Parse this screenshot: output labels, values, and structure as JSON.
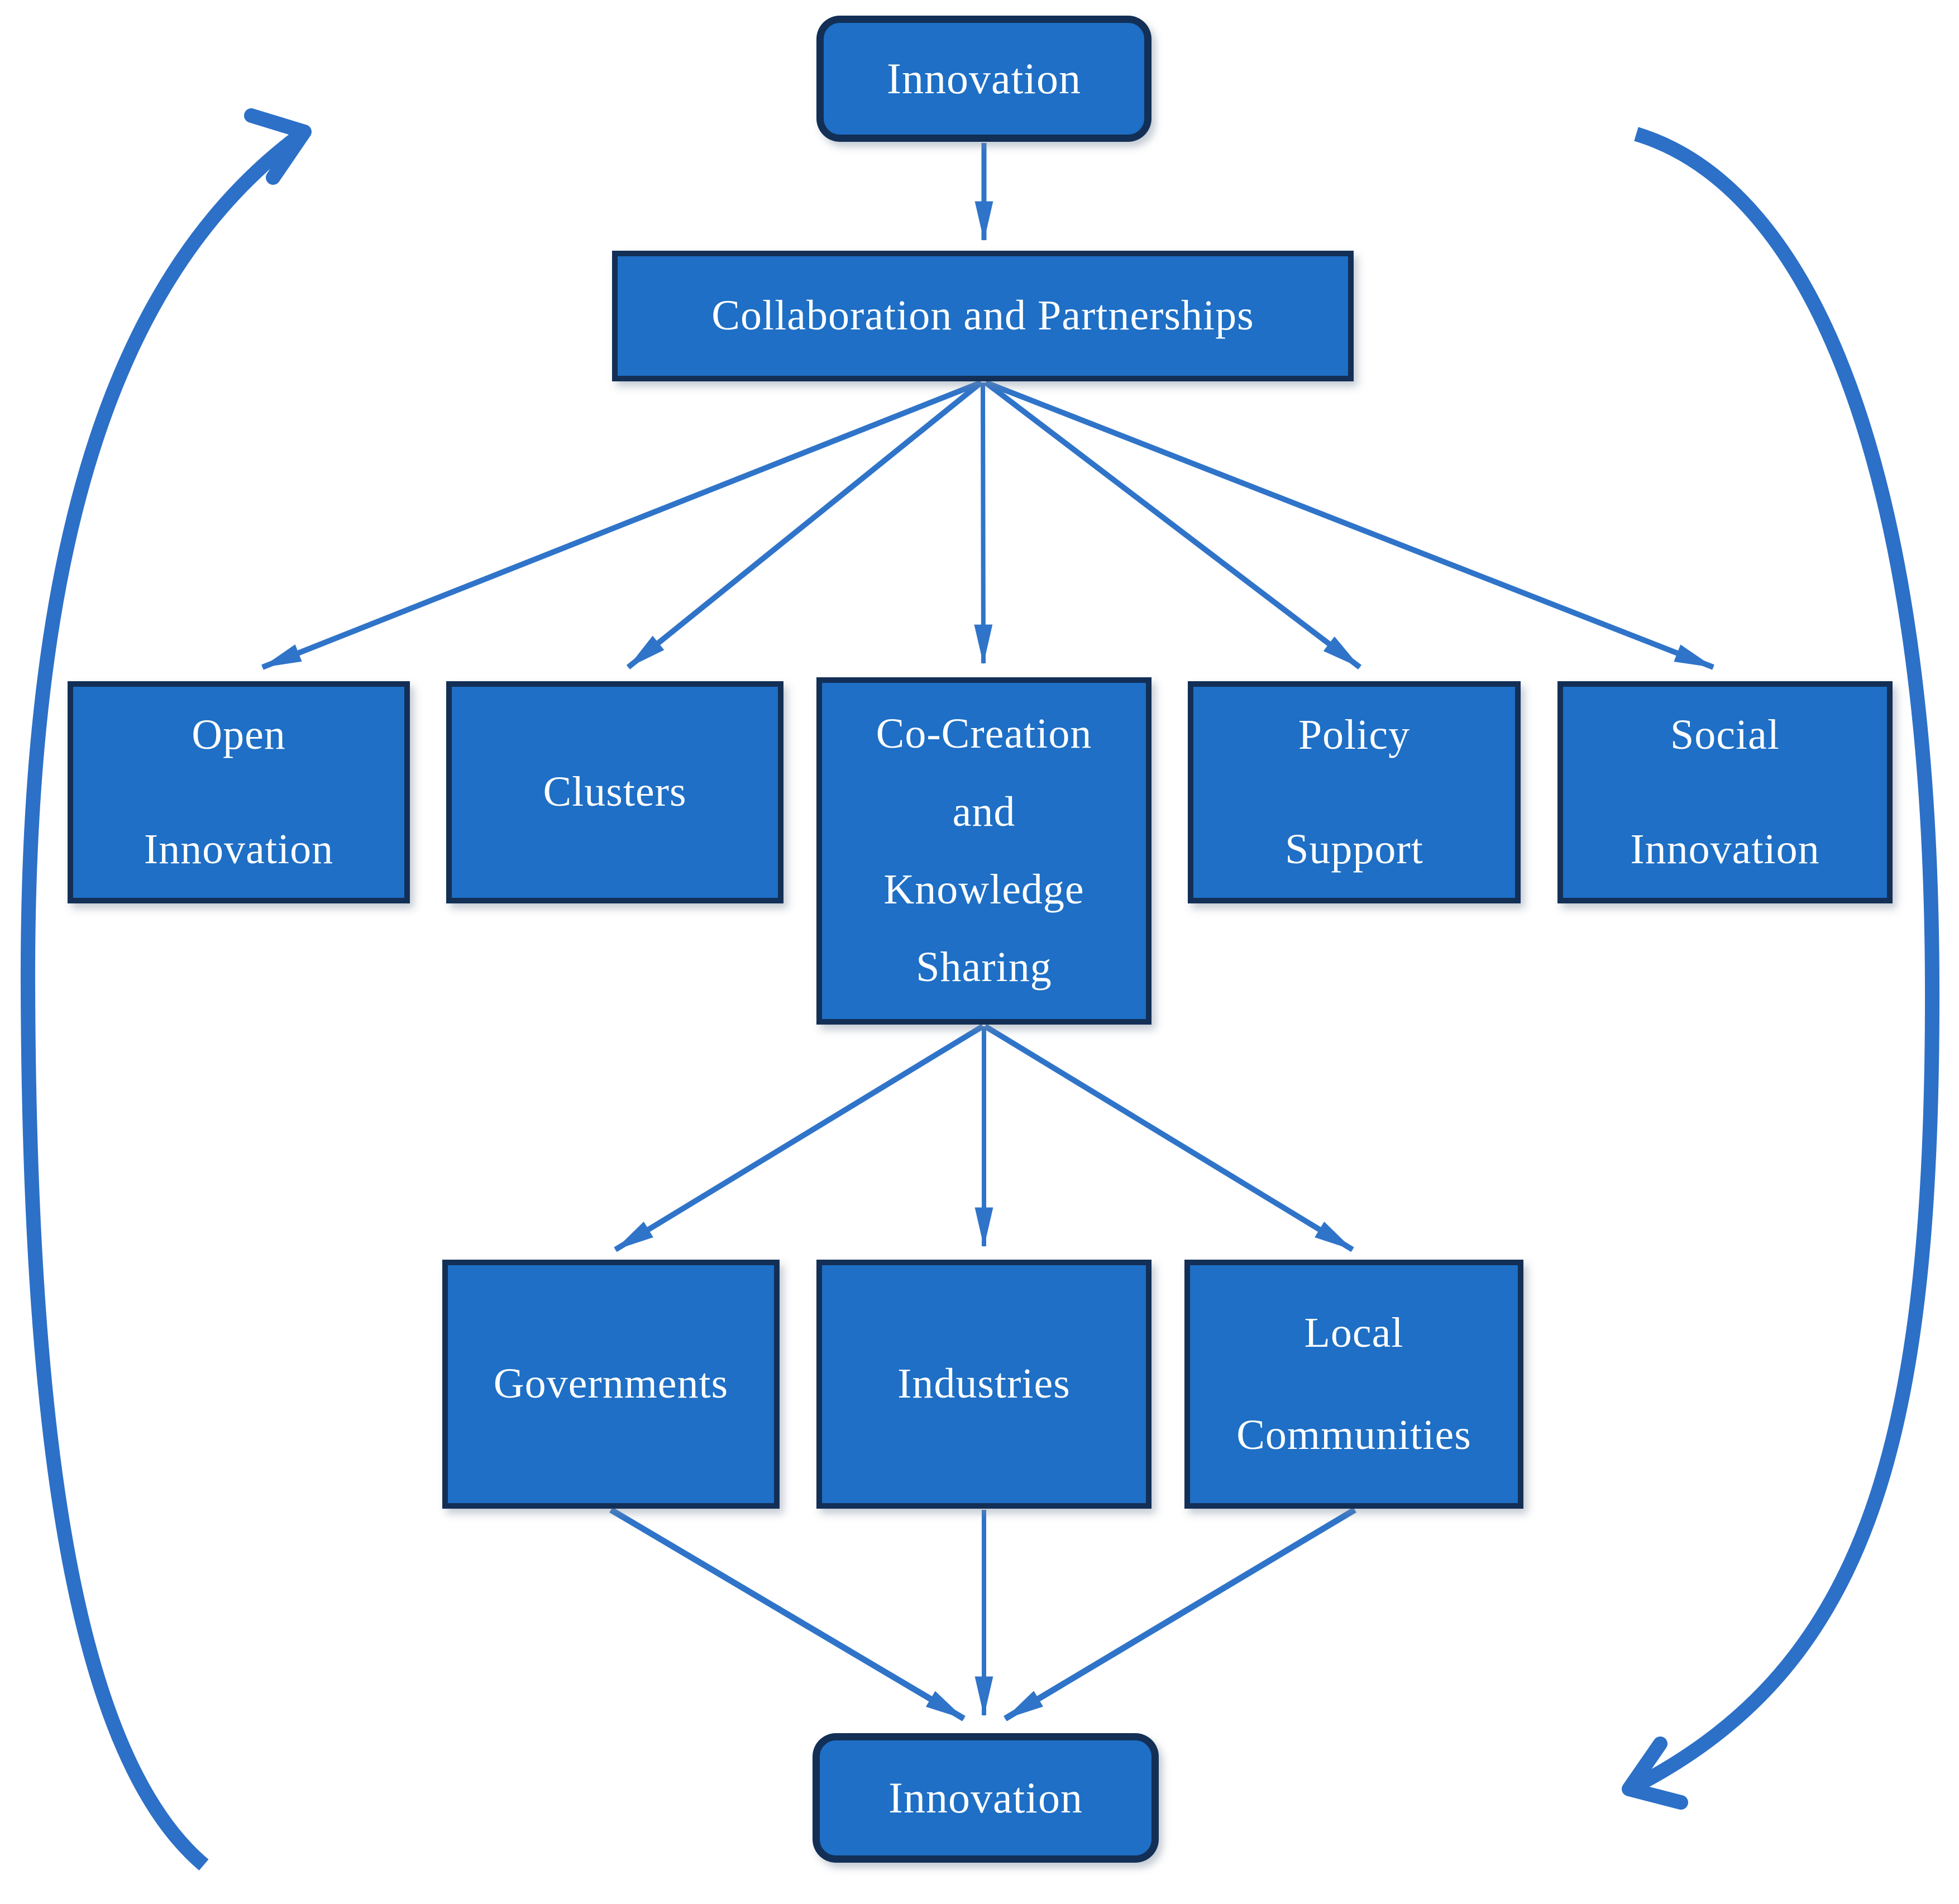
{
  "diagram": {
    "figure_type": "flowchart-cycle",
    "colors": {
      "node_fill": "#1E6FC5",
      "node_border": "#132F56",
      "connector": "#2F74C9",
      "cycle_arrow": "#2C70C8",
      "text": "#FFFFFF",
      "background": "#FFFFFF"
    },
    "nodes": {
      "innovation_top": {
        "label": "Innovation"
      },
      "collaboration": {
        "label": "Collaboration and Partnerships"
      },
      "open_innovation": {
        "lines": [
          "Open",
          "Innovation"
        ]
      },
      "clusters": {
        "lines": [
          "Clusters"
        ]
      },
      "cocreation": {
        "lines": [
          "Co-Creation",
          "and",
          "Knowledge",
          "Sharing"
        ]
      },
      "policy": {
        "lines": [
          "Policy",
          "Support"
        ]
      },
      "social": {
        "lines": [
          "Social",
          "Innovation"
        ]
      },
      "governments": {
        "lines": [
          "Governments"
        ]
      },
      "industries": {
        "lines": [
          "Industries"
        ]
      },
      "local_communities": {
        "lines": [
          "Local",
          "Communities"
        ]
      },
      "innovation_bottom": {
        "label": "Innovation"
      }
    },
    "edges": [
      {
        "from": "innovation_top",
        "to": "collaboration"
      },
      {
        "from": "collaboration",
        "to": "open_innovation"
      },
      {
        "from": "collaboration",
        "to": "clusters"
      },
      {
        "from": "collaboration",
        "to": "cocreation"
      },
      {
        "from": "collaboration",
        "to": "policy"
      },
      {
        "from": "collaboration",
        "to": "social"
      },
      {
        "from": "cocreation",
        "to": "governments"
      },
      {
        "from": "cocreation",
        "to": "industries"
      },
      {
        "from": "cocreation",
        "to": "local_communities"
      },
      {
        "from": "governments",
        "to": "innovation_bottom"
      },
      {
        "from": "industries",
        "to": "innovation_bottom"
      },
      {
        "from": "local_communities",
        "to": "innovation_bottom"
      },
      {
        "name": "left-cycle-arrow",
        "direction": "bottom-to-top"
      },
      {
        "name": "right-cycle-arrow",
        "direction": "top-to-bottom"
      }
    ]
  }
}
